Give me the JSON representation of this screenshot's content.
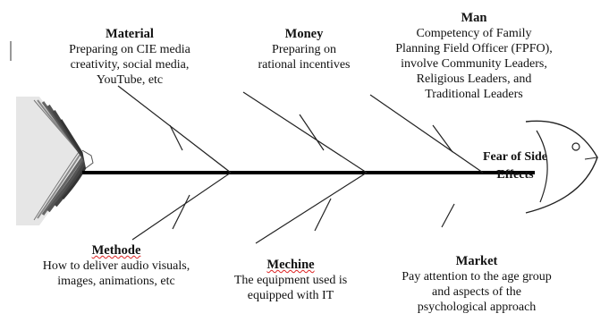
{
  "effect": {
    "line1": "Fear of Side",
    "line2": "Effects"
  },
  "categories": {
    "material": {
      "title": "Material",
      "lines": [
        "Preparing on CIE media",
        "creativity, social media,",
        "YouTube, etc"
      ]
    },
    "money": {
      "title": "Money",
      "lines": [
        "Preparing on",
        "rational incentives"
      ]
    },
    "man": {
      "title": "Man",
      "lines": [
        "Competency of Family",
        "Planning Field  Officer (FPFO),",
        "involve Community Leaders,",
        "Religious  Leaders, and",
        "Traditional Leaders"
      ]
    },
    "methode": {
      "title": "Methode",
      "lines": [
        "How to deliver audio visuals,",
        "images, animations, etc"
      ]
    },
    "mechine": {
      "title": "Mechine",
      "lines": [
        "The equipment used is",
        "equipped with IT"
      ]
    },
    "market": {
      "title": "Market",
      "lines": [
        "Pay attention to the age group",
        "and aspects of the",
        "psychological approach"
      ]
    }
  }
}
